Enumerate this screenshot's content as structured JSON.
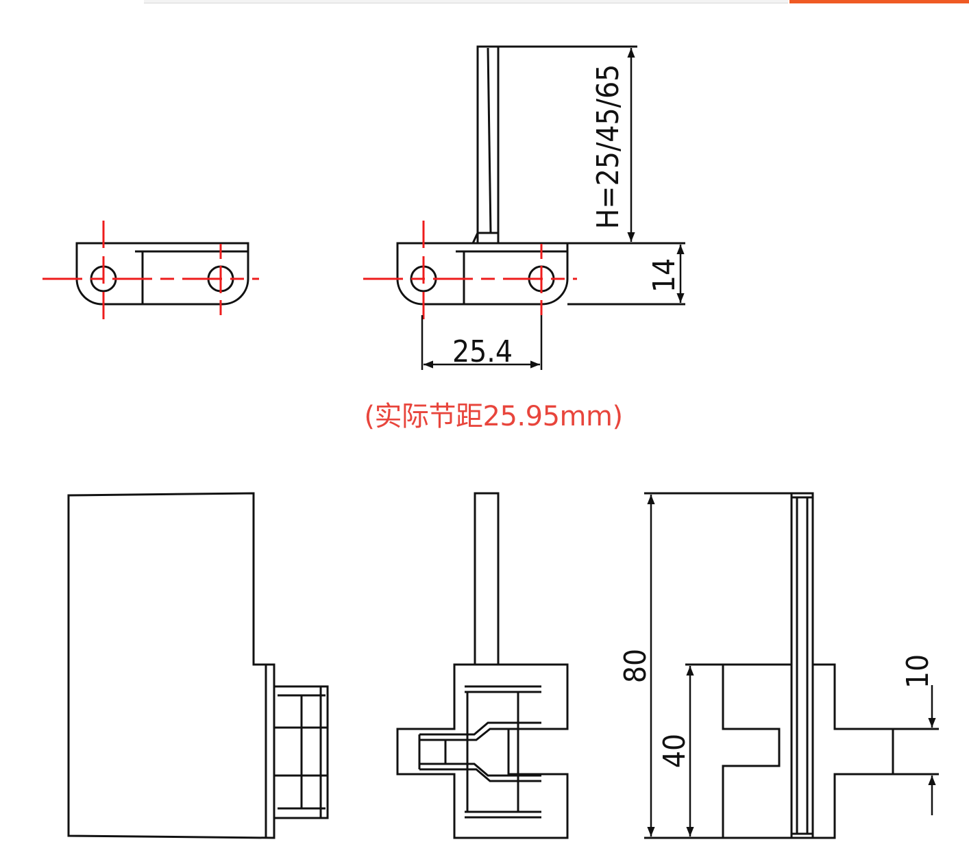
{
  "colors": {
    "line": "#111111",
    "centerline": "#ee1c1c",
    "note_text": "#e8453c",
    "accent_bar": "#ef5a24"
  },
  "dimensions": {
    "height_options": "H=25/45/65",
    "link_thickness": "14",
    "pitch": "25.4",
    "total_width": "80",
    "body_width": "40",
    "tab_width": "10"
  },
  "note": {
    "actual_pitch": "(实际节距25.95mm)"
  }
}
